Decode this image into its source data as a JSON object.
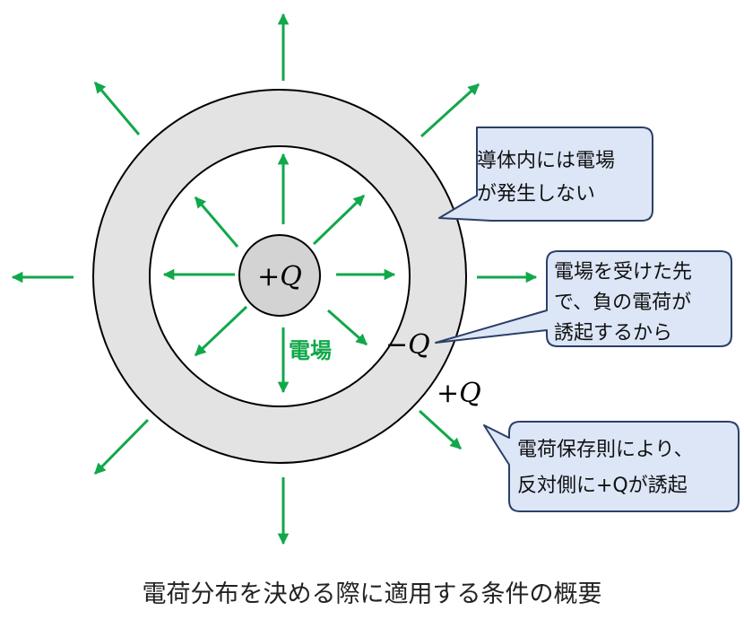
{
  "diagram": {
    "inner_charge": "+Q",
    "shell_inner_charge": "−Q",
    "shell_outer_charge": "+Q",
    "field_label": "電場",
    "callouts": [
      {
        "line1": "導体内には電場",
        "line2": "が発生しない"
      },
      {
        "line1": "電場を受けた先",
        "line2": "で、負の電荷が",
        "line3": "誘起するから"
      },
      {
        "line1": "電荷保存則により、",
        "line2": "反対側に+Qが誘起"
      }
    ]
  },
  "caption": "電荷分布を決める際に適用する条件の概要",
  "colors": {
    "field_arrow": "#11a84a",
    "shell_fill": "#e3e3e3",
    "inner_charge_fill": "#d3d3d3",
    "callout_fill": "#dce6f6",
    "callout_stroke": "#2b3f68"
  }
}
